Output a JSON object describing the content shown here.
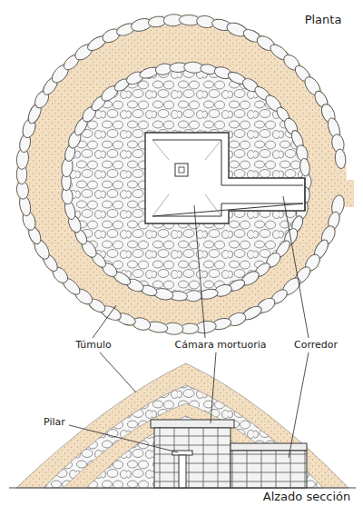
{
  "diagram": {
    "labels": [
      "Planta",
      "Túmulo",
      "Cámara mortuoria",
      "Corredor",
      "Pilar",
      "Alzado sección"
    ]
  }
}
